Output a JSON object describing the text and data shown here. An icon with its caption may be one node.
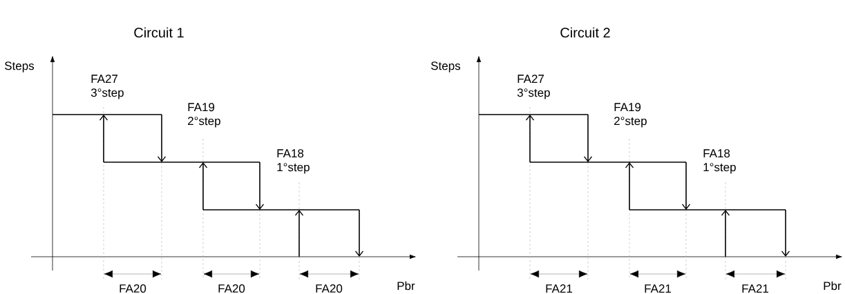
{
  "diagram": {
    "labels": [
      "Circuit 1",
      "Steps",
      "FA27 3°step",
      "FA19 2°step",
      "FA18 1°step",
      "Pbr",
      "FA20",
      "FA20",
      "FA20",
      "Circuit 2",
      "Steps",
      "FA27 3°step",
      "FA19 2°step",
      "FA18 1°step",
      "Pbr",
      "FA21",
      "FA21",
      "FA21"
    ]
  }
}
